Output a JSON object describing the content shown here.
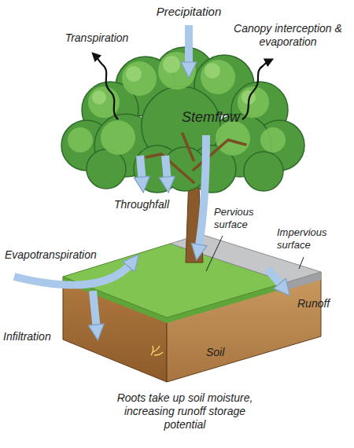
{
  "diagram": {
    "labels": [
      "Precipitation",
      "Transpiration",
      "Canopy interception & evaporation",
      "Stemflow",
      "Throughfall",
      "Pervious surface",
      "Impervious surface",
      "Evapotranspiration",
      "Runoff",
      "Infiltration",
      "Soil",
      "Roots take up soil moisture, increasing runoff storage potential"
    ]
  }
}
